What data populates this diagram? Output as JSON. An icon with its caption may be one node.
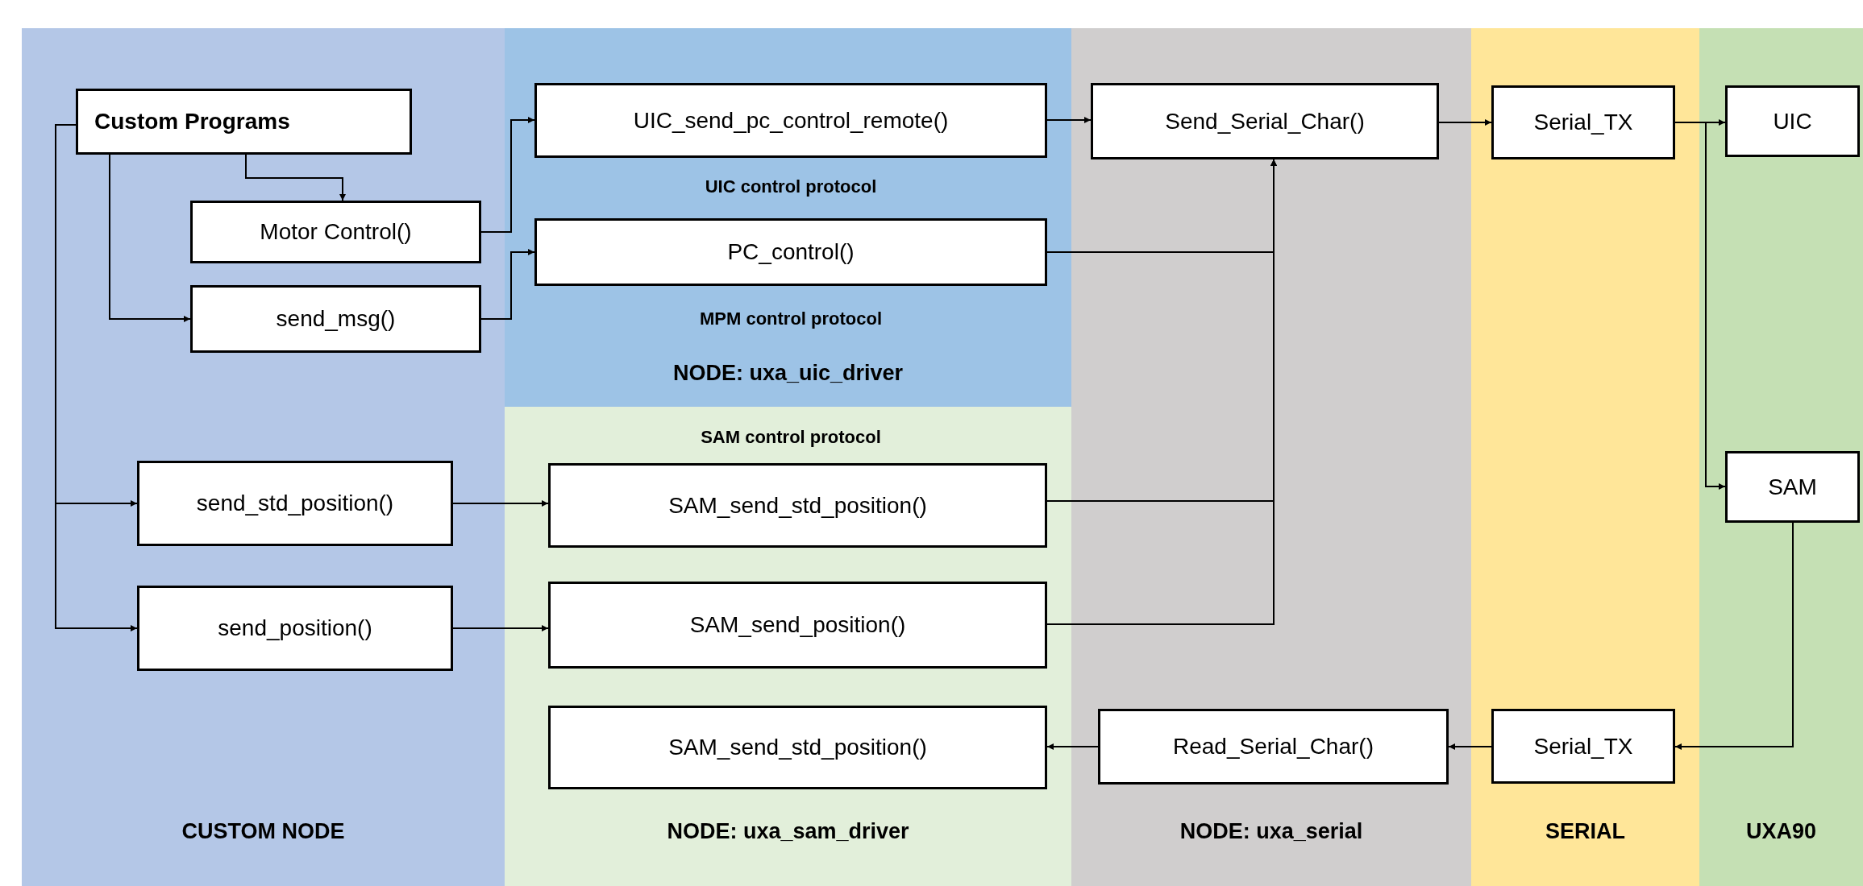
{
  "diagram": {
    "nodes": [
      {
        "text": [
          "CUSTOM NODE"
        ]
      },
      {
        "text": [
          "Custom Programs"
        ],
        "in": 0
      },
      {
        "text": [
          "Motor Control()"
        ],
        "in": 0
      },
      {
        "text": [
          "send_msg()"
        ],
        "in": 0
      },
      {
        "text": [
          "send_std_position()"
        ],
        "in": 0
      },
      {
        "text": [
          "send_position()"
        ],
        "in": 0
      },
      {
        "text": [
          "NODE: uxa_uic_driver"
        ]
      },
      {
        "text": [
          "UIC_send_pc_control_remote()"
        ],
        "in": 6
      },
      {
        "text": [
          "PC_control()"
        ],
        "in": 6
      },
      {
        "text": [
          "NODE: uxa_sam_driver"
        ]
      },
      {
        "text": [
          "SAM_send_std_position()"
        ],
        "in": 9
      },
      {
        "text": [
          "SAM_send_position()"
        ],
        "in": 9
      },
      {
        "text": [
          "SAM_send_std_position()"
        ],
        "in": 9
      },
      {
        "text": [
          "NODE: uxa_serial"
        ]
      },
      {
        "text": [
          "Send_Serial_Char()"
        ],
        "in": 13
      },
      {
        "text": [
          "Read_Serial_Char()"
        ],
        "in": 13
      },
      {
        "text": [
          "SERIAL"
        ]
      },
      {
        "text": [
          "Serial_TX"
        ],
        "in": 16
      },
      {
        "text": [
          "Serial_TX"
        ],
        "in": 16
      },
      {
        "text": [
          "UXA90"
        ]
      },
      {
        "text": [
          "UIC"
        ],
        "in": 19
      },
      {
        "text": [
          "SAM"
        ],
        "in": 19
      }
    ],
    "edges": [
      {
        "from": 1,
        "to": 2,
        "arrow": "to"
      },
      {
        "from": 1,
        "to": 3,
        "arrow": "to"
      },
      {
        "from": 1,
        "to": 4,
        "arrow": "to"
      },
      {
        "from": 1,
        "to": 5,
        "arrow": "to"
      },
      {
        "from": 2,
        "to": 7,
        "arrow": "to"
      },
      {
        "from": 3,
        "to": 8,
        "arrow": "to"
      },
      {
        "from": 4,
        "to": 10,
        "arrow": "to"
      },
      {
        "from": 5,
        "to": 11,
        "arrow": "to"
      },
      {
        "from": 7,
        "to": 14,
        "arrow": "to"
      },
      {
        "from": 8,
        "to": 14,
        "arrow": "to"
      },
      {
        "from": 10,
        "to": 14,
        "arrow": "to"
      },
      {
        "from": 11,
        "to": 14,
        "arrow": "to"
      },
      {
        "from": 14,
        "to": 17,
        "arrow": "to"
      },
      {
        "from": 17,
        "to": 20,
        "arrow": "to"
      },
      {
        "from": 17,
        "to": 21,
        "arrow": "to"
      },
      {
        "from": 21,
        "to": 18,
        "arrow": "to"
      },
      {
        "from": 18,
        "to": 15,
        "arrow": "to"
      },
      {
        "from": 15,
        "to": 12,
        "arrow": "to"
      }
    ],
    "labels": [
      "UIC control protocol",
      "MPM control protocol",
      "SAM control protocol"
    ]
  }
}
